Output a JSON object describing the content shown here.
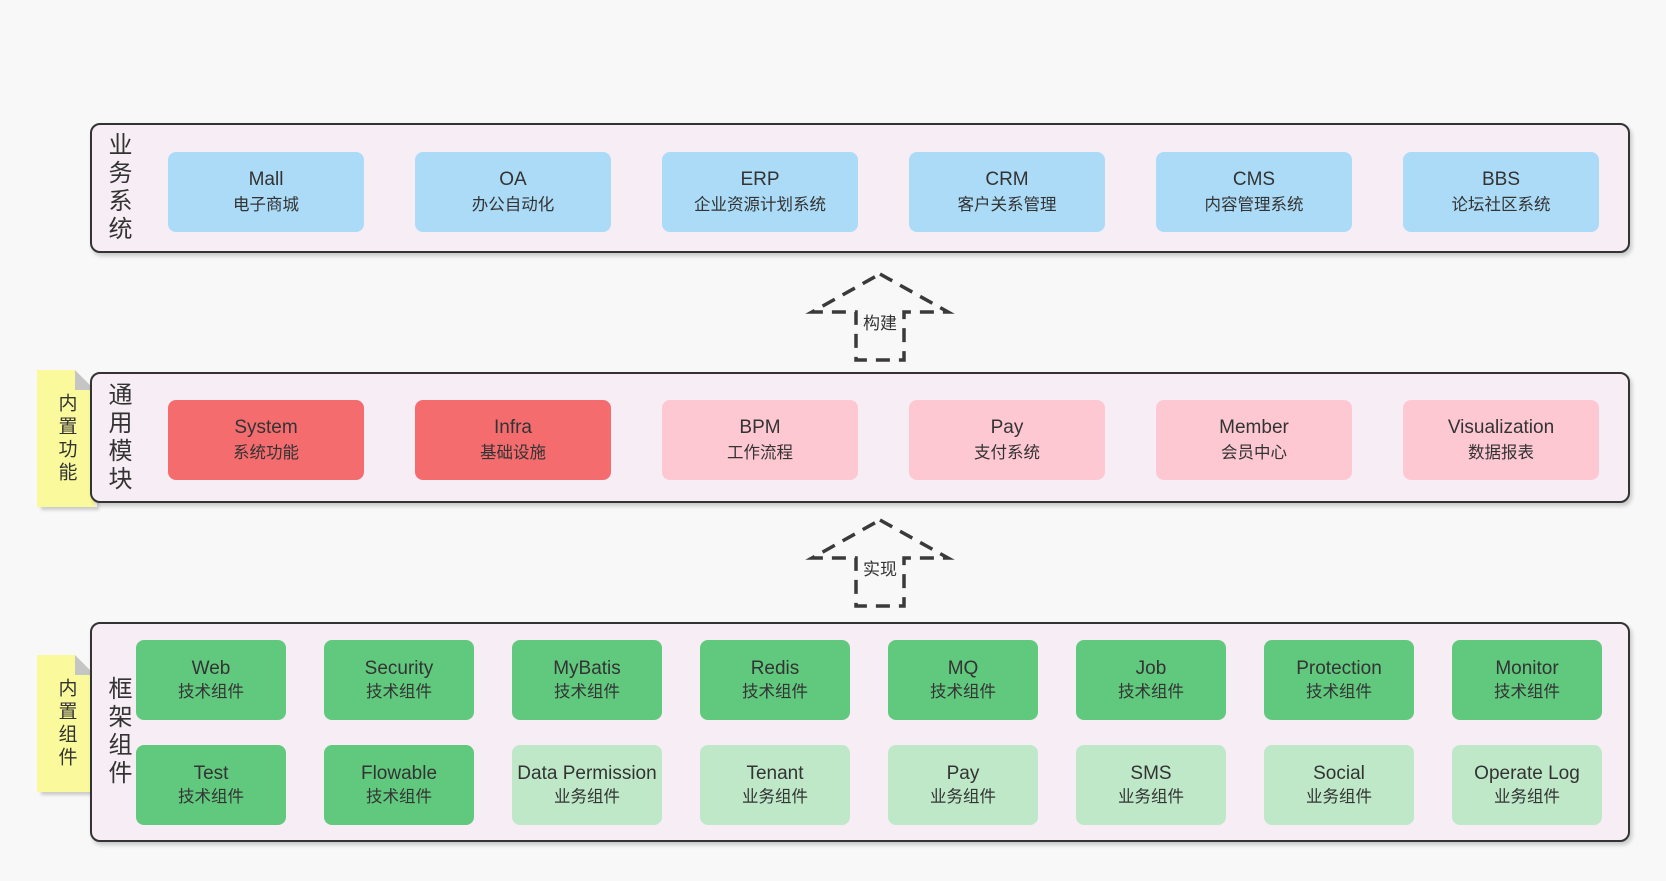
{
  "palette": {
    "page_bg": "#f8f8f8",
    "band_bg": "#f7edf5",
    "band_border": "#333333",
    "text": "#333333",
    "blue": "#abdbf7",
    "red": "#f56c6f",
    "pink": "#fdc8d2",
    "green": "#61c97e",
    "light_green": "#bee8c8",
    "tag_bg": "#fafa9c",
    "tag_fold": "#c5c5c5"
  },
  "arrows": [
    {
      "label": "构建"
    },
    {
      "label": "实现"
    }
  ],
  "bands": [
    {
      "id": "business-systems",
      "label": "业务系统",
      "tag": null,
      "rows": [
        [
          {
            "title": "Mall",
            "subtitle": "电子商城",
            "color": "blue"
          },
          {
            "title": "OA",
            "subtitle": "办公自动化",
            "color": "blue"
          },
          {
            "title": "ERP",
            "subtitle": "企业资源计划系统",
            "color": "blue"
          },
          {
            "title": "CRM",
            "subtitle": "客户关系管理",
            "color": "blue"
          },
          {
            "title": "CMS",
            "subtitle": "内容管理系统",
            "color": "blue"
          },
          {
            "title": "BBS",
            "subtitle": "论坛社区系统",
            "color": "blue"
          }
        ]
      ]
    },
    {
      "id": "common-modules",
      "label": "通用模块",
      "tag": "内置功能",
      "rows": [
        [
          {
            "title": "System",
            "subtitle": "系统功能",
            "color": "red"
          },
          {
            "title": "Infra",
            "subtitle": "基础设施",
            "color": "red"
          },
          {
            "title": "BPM",
            "subtitle": "工作流程",
            "color": "pink"
          },
          {
            "title": "Pay",
            "subtitle": "支付系统",
            "color": "pink"
          },
          {
            "title": "Member",
            "subtitle": "会员中心",
            "color": "pink"
          },
          {
            "title": "Visualization",
            "subtitle": "数据报表",
            "color": "pink"
          }
        ]
      ]
    },
    {
      "id": "framework-components",
      "label": "框架组件",
      "tag": "内置组件",
      "rows": [
        [
          {
            "title": "Web",
            "subtitle": "技术组件",
            "color": "green"
          },
          {
            "title": "Security",
            "subtitle": "技术组件",
            "color": "green"
          },
          {
            "title": "MyBatis",
            "subtitle": "技术组件",
            "color": "green"
          },
          {
            "title": "Redis",
            "subtitle": "技术组件",
            "color": "green"
          },
          {
            "title": "MQ",
            "subtitle": "技术组件",
            "color": "green"
          },
          {
            "title": "Job",
            "subtitle": "技术组件",
            "color": "green"
          },
          {
            "title": "Protection",
            "subtitle": "技术组件",
            "color": "green"
          },
          {
            "title": "Monitor",
            "subtitle": "技术组件",
            "color": "green"
          }
        ],
        [
          {
            "title": "Test",
            "subtitle": "技术组件",
            "color": "green"
          },
          {
            "title": "Flowable",
            "subtitle": "技术组件",
            "color": "green"
          },
          {
            "title": "Data Permission",
            "subtitle": "业务组件",
            "color": "light_green"
          },
          {
            "title": "Tenant",
            "subtitle": "业务组件",
            "color": "light_green"
          },
          {
            "title": "Pay",
            "subtitle": "业务组件",
            "color": "light_green"
          },
          {
            "title": "SMS",
            "subtitle": "业务组件",
            "color": "light_green"
          },
          {
            "title": "Social",
            "subtitle": "业务组件",
            "color": "light_green"
          },
          {
            "title": "Operate Log",
            "subtitle": "业务组件",
            "color": "light_green"
          }
        ]
      ]
    }
  ]
}
